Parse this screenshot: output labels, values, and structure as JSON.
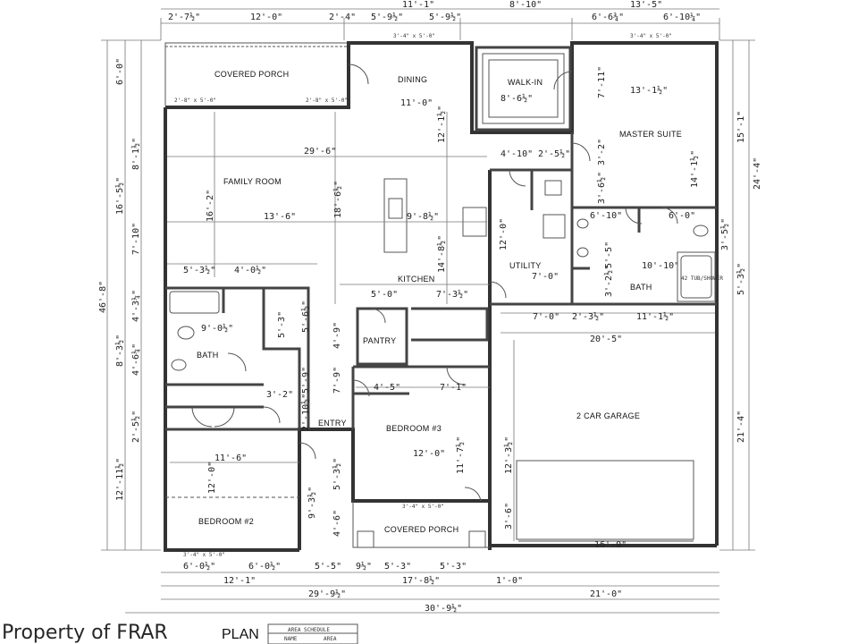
{
  "rooms": {
    "covered_porch_top": "COVERED PORCH",
    "dining": "DINING",
    "dining_dim": "11'-0\"",
    "walkin": "WALK-IN",
    "walkin_dim": "8'-6½\"",
    "master_suite": "MASTER SUITE",
    "master_dim": "13'-1½\"",
    "master_dim_v": "14'-1½\"",
    "family_room": "FAMILY ROOM",
    "family_dim": "13'-6\"",
    "family_dim_v": "16'-2\"",
    "kitchen": "KITCHEN",
    "utility": "UTILITY",
    "bath_master": "BATH",
    "bath_master_dim": "10'-10\"",
    "bath_hall": "BATH",
    "pantry": "PANTRY",
    "entry": "ENTRY",
    "bedroom3": "BEDROOM #3",
    "bedroom3_dim": "12'-0\"",
    "bedroom2": "BEDROOM #2",
    "bedroom2_dim": "11'-6\"",
    "garage": "2 CAR GARAGE",
    "garage_dim": "20'-5\"",
    "covered_porch_bottom": "COVERED PORCH",
    "tub_shower": "42 TUB/SHOWER"
  },
  "dims_top": [
    "2'-7½\"",
    "12'-0\"",
    "2'-4\"",
    "5'-9½\"",
    "5'-9½\"",
    "6'-6¾\"",
    "6'-10¼\""
  ],
  "dims_top_row2": [
    "11'-1\"",
    "8'-10\"",
    "13'-5\""
  ],
  "dims_bottom": [
    "6'-0½\"",
    "6'-0½\"",
    "5'-5\"",
    "9½\"",
    "5'-3\"",
    "5'-3\""
  ],
  "dims_bottom_row2": [
    "12'-1\"",
    "17'-8½\"",
    "1'-0\""
  ],
  "dims_bottom_row3": [
    "29'-9½\"",
    "21'-0\""
  ],
  "dims_bottom_total": "30'-9½\"",
  "dims_left": [
    "6'-0\"",
    "8'-1½\"",
    "16'-5½\"",
    "7'-10\"",
    "4'-3¼\"",
    "8'-3½\"",
    "4'-6¼\"",
    "2'-5½\"",
    "12'-11½\""
  ],
  "dims_left_total": "46'-8\"",
  "dims_right": [
    "15'-1\"",
    "24'-4\"",
    "3'-5½\"",
    "5'-3½\"",
    "21'-4\""
  ],
  "interior_dims": {
    "d29_6": "29'-6\"",
    "d12_1": "12'-1½\"",
    "d18_6": "18'-6½\"",
    "d9_8": "9'-8½\"",
    "d14_8": "14'-8½\"",
    "d5_3": "5'-3½\"",
    "d4_0": "4'-0½\"",
    "d5_0": "5'-0\"",
    "d7_3": "7'-3½\"",
    "d4_10": "4'-10\"",
    "d2_5": "2'-5½\"",
    "d3_2": "3'-2\"",
    "d3_6": "3'-6½\"",
    "d6_10": "6'-10\"",
    "d6_0": "6'-0\"",
    "d12_0": "12'-0\"",
    "d7_0": "7'-0\"",
    "d7_0b": "7'-0\"",
    "d2_3": "2'-3½\"",
    "d11_1": "11'-1½\"",
    "d9_0": "9'-0½\"",
    "d5_9": "5'-9\"",
    "d4_9": "4'-9\"",
    "d7_9": "7'-9\"",
    "d4_5": "4'-5\"",
    "d7_1": "7'-1\"",
    "d11_7": "11'-7½\"",
    "d12_3": "12'-3½\"",
    "d3_2b": "3'-2\"",
    "d2_10": "2'-10½\"",
    "d5_3b": "5'-3½\"",
    "d9_3": "9'-3½\"",
    "d4_6": "4'-6\"",
    "d3_6b": "3'-6\"",
    "d16_0": "16'-0\"",
    "d12_0b": "12'-0\"",
    "d5_5": "5'-5\"",
    "d5_6": "5'-6½\"",
    "d5_3c": "5'-3\"",
    "d3_2c": "3'-2½\"",
    "d7_11": "7'-11\""
  },
  "window_labels": [
    "2'-8\" x 5'-0\"",
    "2'-8\" x 5'-0\"",
    "3'-4\" x 5'-0\"",
    "3'-4\" x 5'-0\"",
    "3'-4\" x 5'-0\"",
    "3'-4\" x 5'-0\""
  ],
  "watermark": "Property of FRAR",
  "title_block": {
    "plan_label": "PLAN",
    "area_schedule": "AREA SCHEDULE",
    "col_name": "NAME",
    "col_area": "AREA"
  }
}
